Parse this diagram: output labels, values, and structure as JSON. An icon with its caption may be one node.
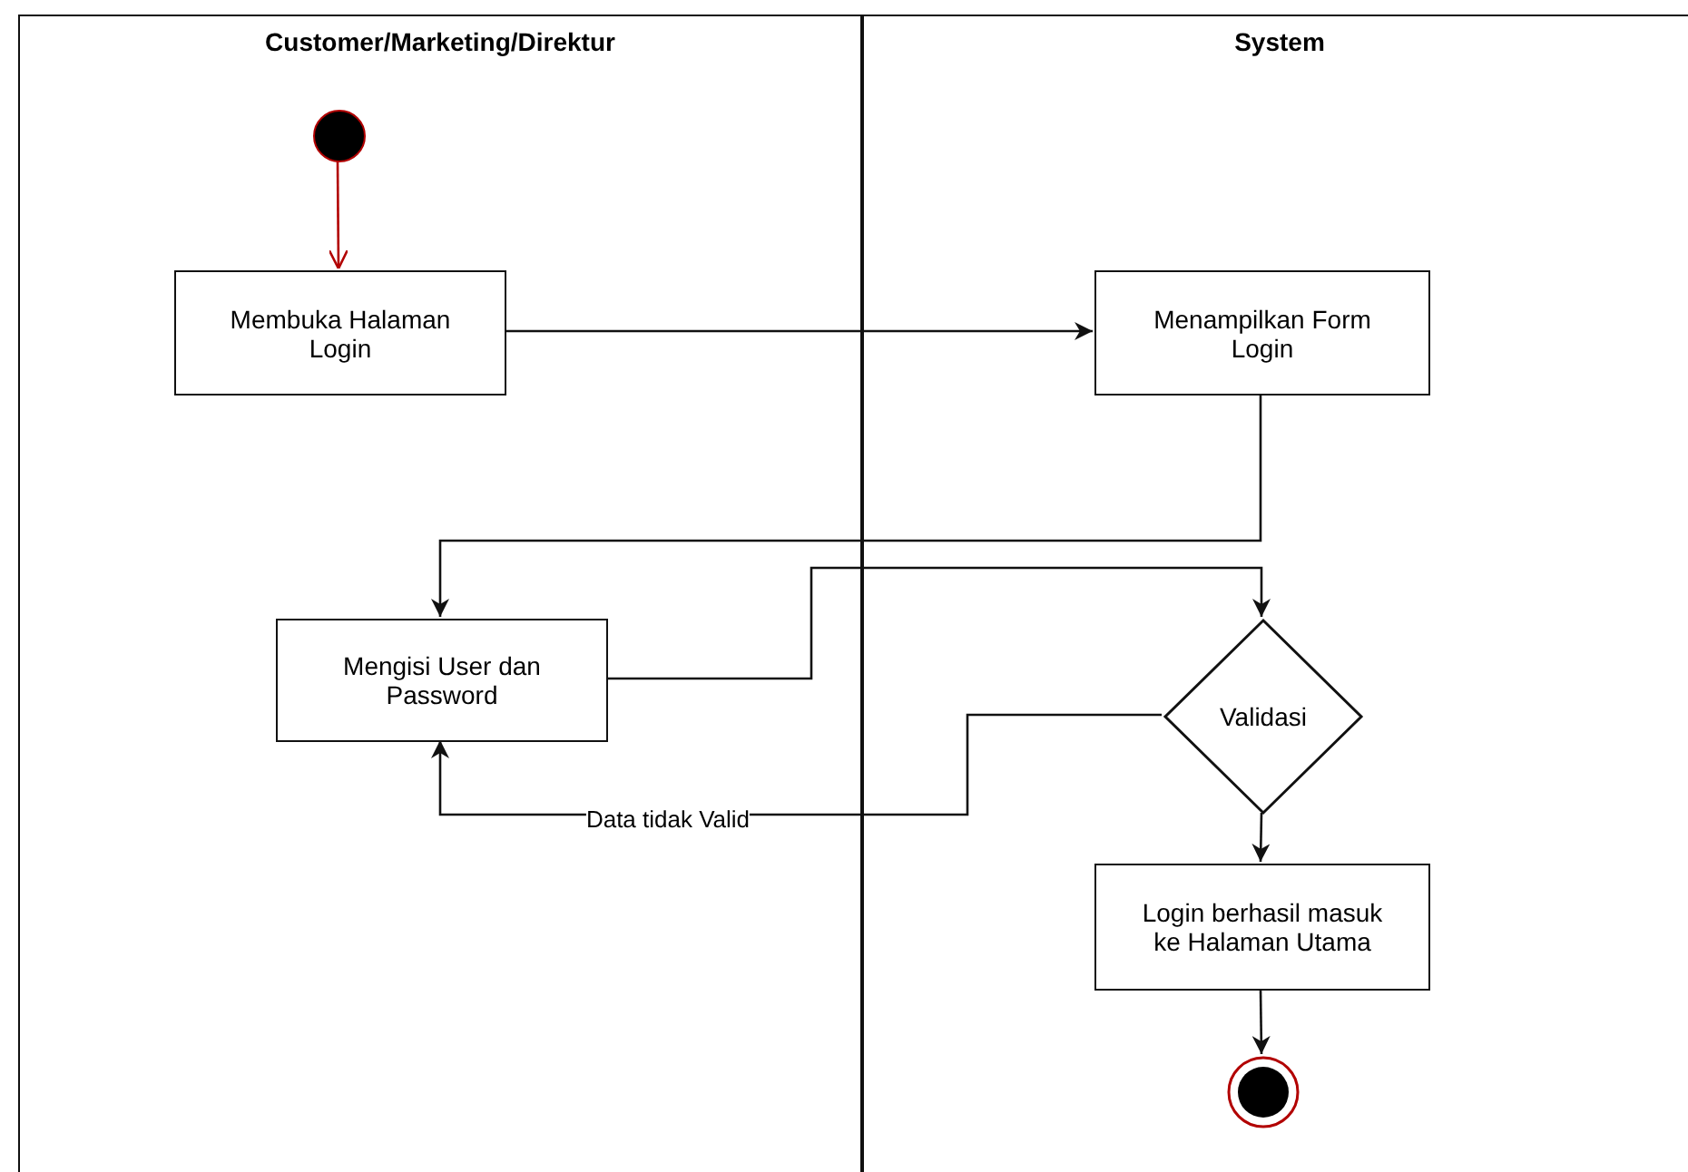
{
  "diagram": {
    "nodes": [
      {
        "text": [
          "Customer/Marketing/Direktur"
        ]
      },
      {
        "text": [
          "System"
        ]
      },
      {
        "text": [],
        "shape": "circle",
        "in": 0
      },
      {
        "text": [
          "Membuka Halaman Login"
        ],
        "in": 0
      },
      {
        "text": [
          "Menampilkan Form Login"
        ],
        "in": 1
      },
      {
        "text": [
          "Mengisi User dan Password"
        ],
        "in": 0
      },
      {
        "text": [
          "Validasi"
        ],
        "in": 1
      },
      {
        "text": [
          "Login berhasil masuk ke Halaman Utama"
        ],
        "in": 1
      },
      {
        "text": [],
        "shape": "circle",
        "in": 1
      }
    ],
    "edges": [
      {
        "from": 2,
        "to": 3,
        "arrow": "to",
        "color": "#b20000"
      },
      {
        "from": 3,
        "to": 4,
        "arrow": "to"
      },
      {
        "from": 4,
        "to": 5,
        "arrow": "to"
      },
      {
        "from": 5,
        "to": 6,
        "arrow": "to"
      },
      {
        "from": 6,
        "to": 5,
        "arrow": "to",
        "label": "Data tidak Valid"
      },
      {
        "from": 6,
        "to": 7,
        "arrow": "to"
      },
      {
        "from": 7,
        "to": 8,
        "arrow": "to"
      }
    ]
  }
}
